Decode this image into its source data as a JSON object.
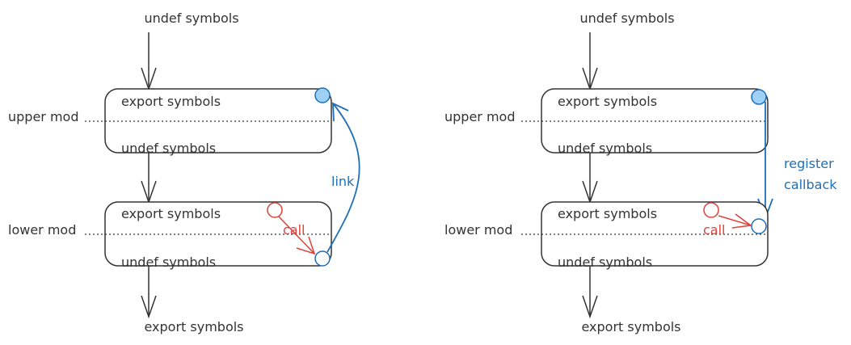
{
  "colors": {
    "ink": "#333333",
    "blue": "#1f6fb7",
    "blue_fill": "#9fd0f5",
    "red": "#e0403a",
    "background": "#ffffff"
  },
  "left": {
    "top_input": "undef symbols",
    "upper": {
      "side_label": "upper mod",
      "export_label": "export symbols",
      "undef_label": "undef symbols"
    },
    "lower": {
      "side_label": "lower mod",
      "export_label": "export symbols",
      "undef_label": "undef symbols"
    },
    "bottom_output": "export symbols",
    "link_label": "link",
    "call_label": "call"
  },
  "right": {
    "top_input": "undef symbols",
    "upper": {
      "side_label": "upper mod",
      "export_label": "export symbols",
      "undef_label": "undef symbols"
    },
    "lower": {
      "side_label": "lower mod",
      "export_label": "export symbols",
      "undef_label": "undef symbols"
    },
    "bottom_output": "export symbols",
    "register_label_line1": "register",
    "register_label_line2": "callback",
    "call_label": "call"
  }
}
